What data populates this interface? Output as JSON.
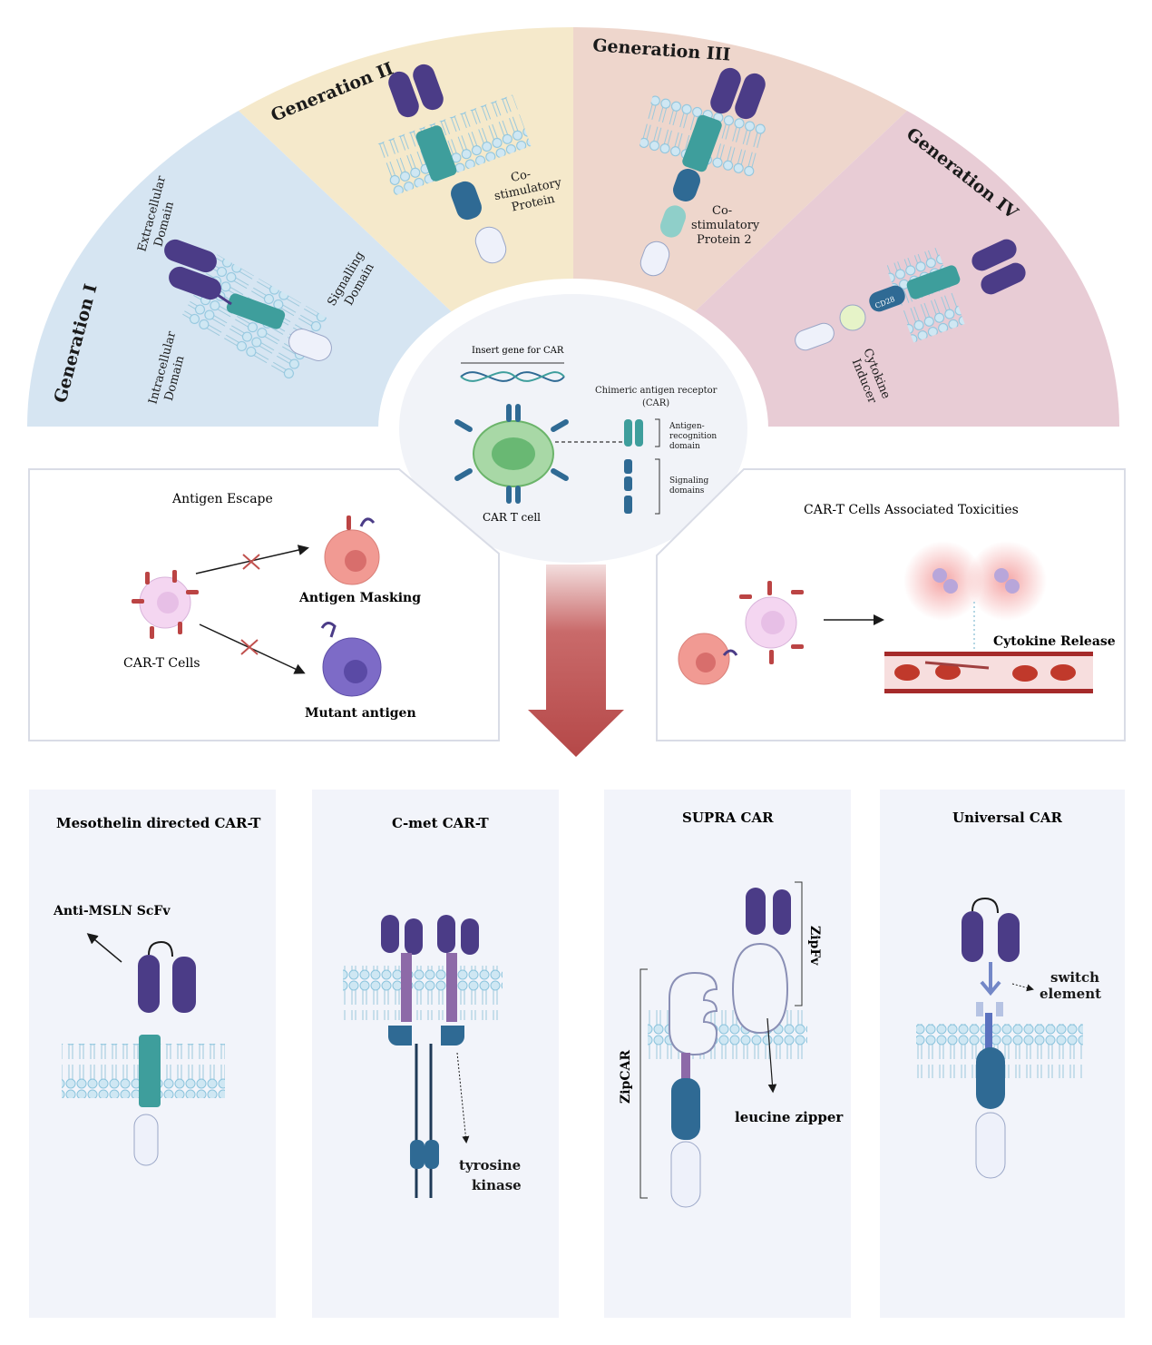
{
  "fan": {
    "gen1": {
      "title": "Generation I",
      "extracellular": [
        "Extracellular",
        "Domain"
      ],
      "intracellular": [
        "Intracellular",
        "Domain"
      ],
      "signalling": [
        "Signalling",
        "Domain"
      ]
    },
    "gen2": {
      "title": "Generation II",
      "costim": [
        "Co-",
        "stimulatory",
        "Protein"
      ]
    },
    "gen3": {
      "title": "Generation III",
      "costim": [
        "Co-",
        "stimulatory",
        "Protein 2"
      ]
    },
    "gen4": {
      "title": "Generation IV",
      "cd28": "CD28",
      "cytokine": [
        "Cytokine",
        "Inducer"
      ]
    }
  },
  "center": {
    "insert_gene": "Insert gene for CAR",
    "car_label": [
      "Chimeric antigen receptor",
      "(CAR)"
    ],
    "antigen_domain": [
      "Antigen-",
      "recognition",
      "domain"
    ],
    "signaling_domains": [
      "Signaling",
      "domains"
    ],
    "cell_label": "CAR T cell"
  },
  "antigen_escape": {
    "title": "Antigen Escape",
    "car_t": "CAR-T Cells",
    "masking": "Antigen Masking",
    "mutant": "Mutant antigen"
  },
  "toxicities": {
    "title": "CAR-T Cells Associated Toxicities",
    "cytokine_release": "Cytokine Release"
  },
  "panels": {
    "mesothelin": {
      "title": "Mesothelin directed CAR-T",
      "scfv": "Anti-MSLN ScFv"
    },
    "cmet": {
      "title": "C-met CAR-T",
      "kinase": [
        "tyrosine",
        "kinase"
      ]
    },
    "supra": {
      "title": "SUPRA CAR",
      "zipfv": "ZipFv",
      "zipcar": "ZipCAR",
      "zipper": "leucine zipper"
    },
    "universal": {
      "title": "Universal CAR",
      "switch": [
        "switch",
        "element"
      ]
    }
  },
  "colors": {
    "gen1_bg": "#d6e5f2",
    "gen2_bg": "#f5e9cb",
    "gen3_bg": "#eed6cc",
    "gen4_bg": "#e8ccd5",
    "purple": "#4b3c87",
    "teal": "#3e9e9c",
    "blue": "#2f6a94",
    "arrow_red": "#b94b4b"
  }
}
